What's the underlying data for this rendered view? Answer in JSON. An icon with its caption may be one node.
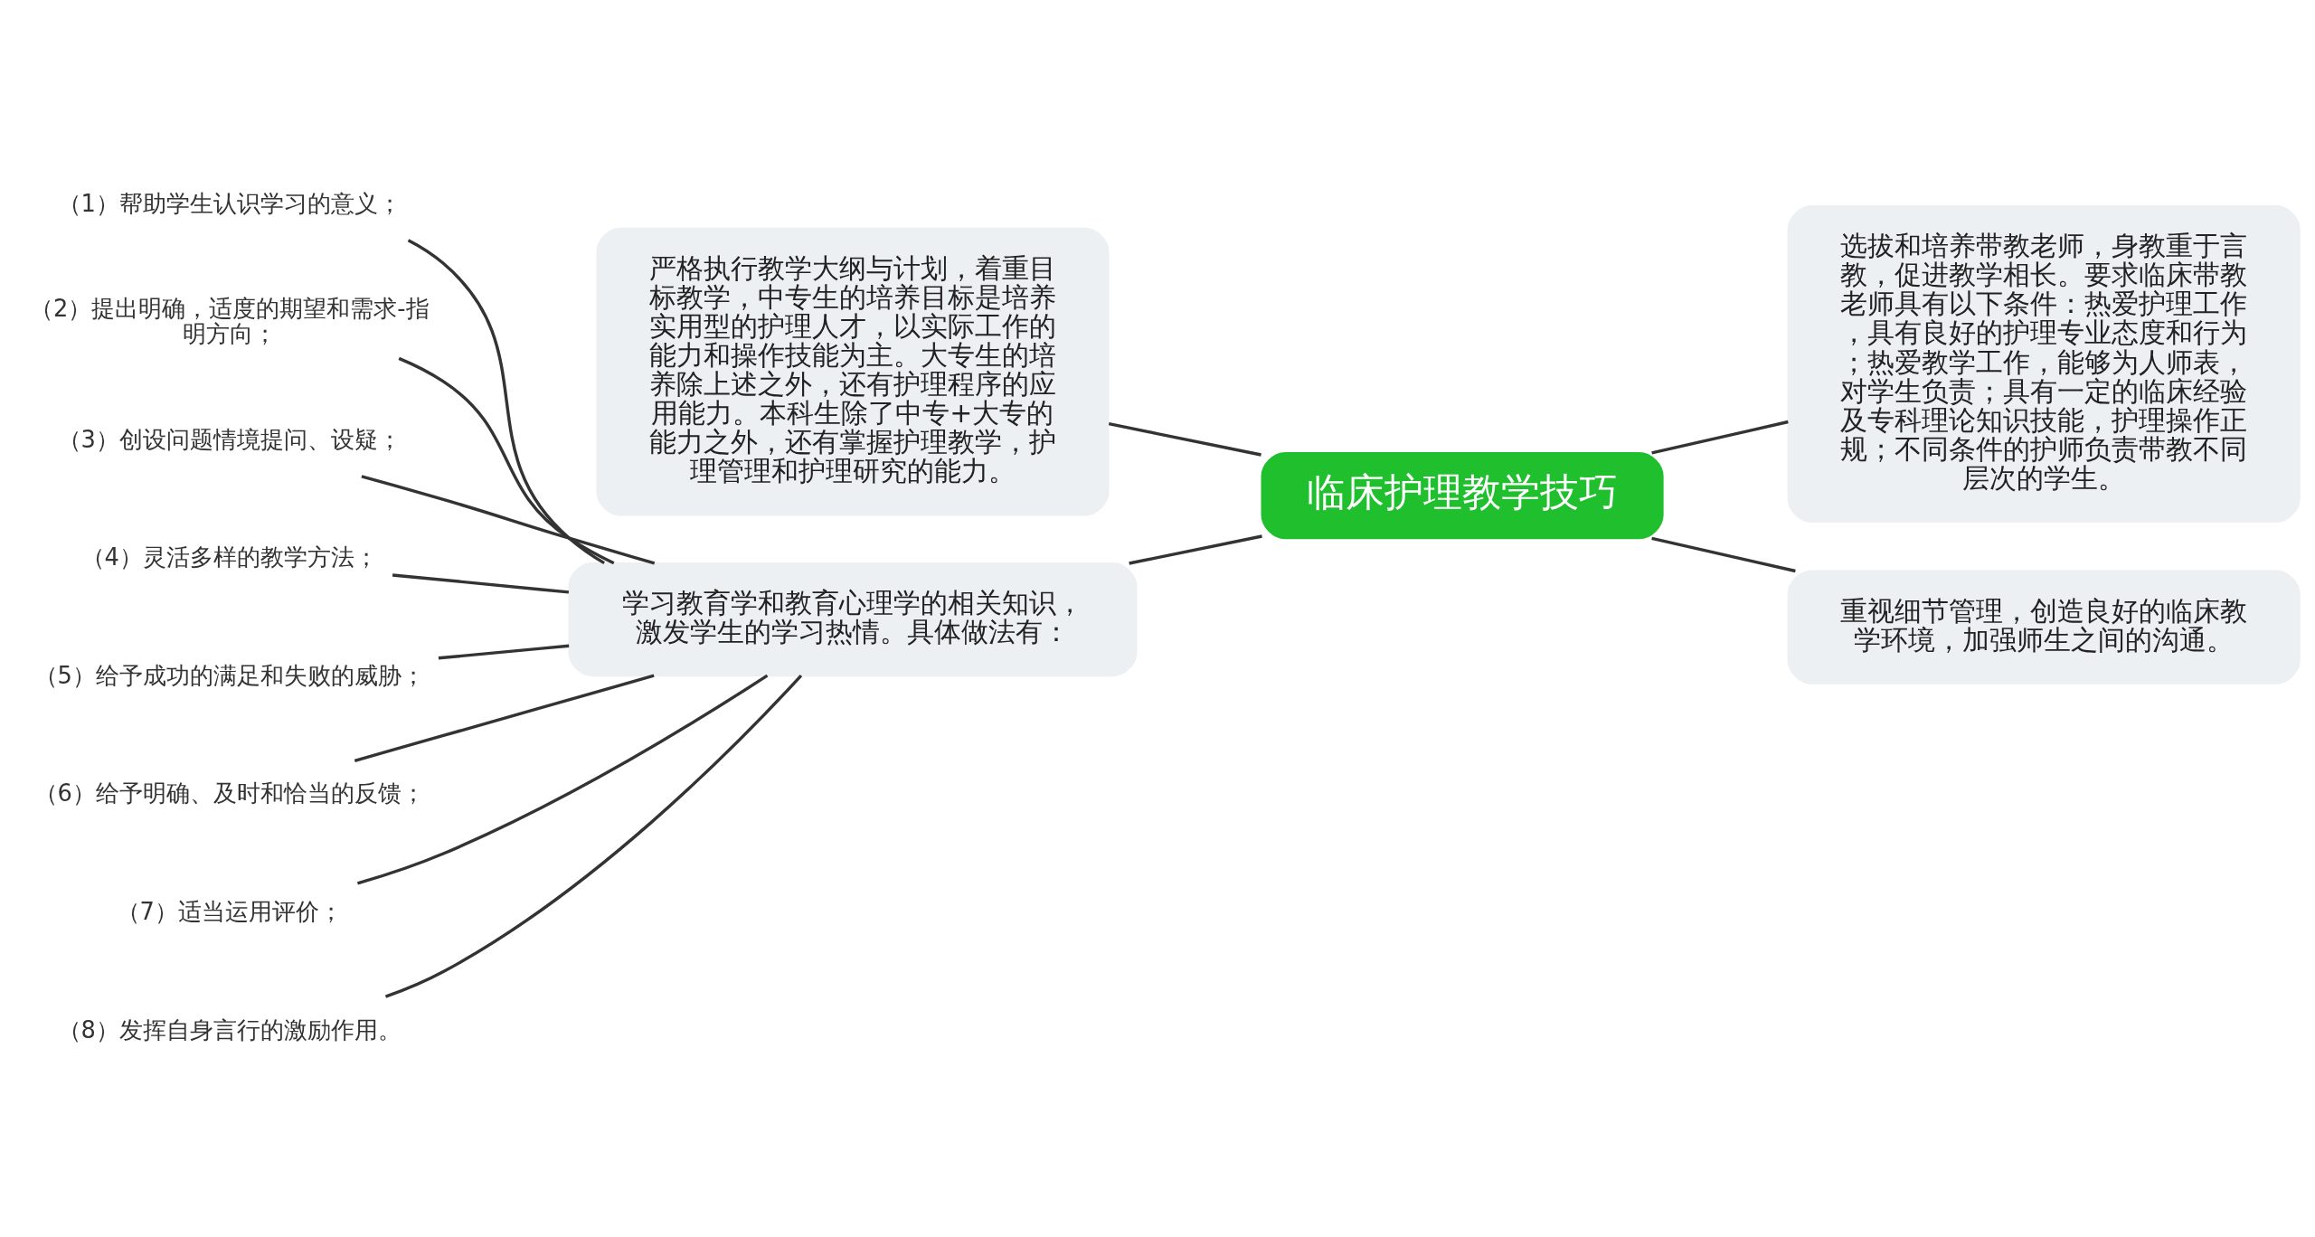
{
  "diagram": {
    "nodes": [
      {
        "text": [
          "临床护理教学技巧"
        ]
      },
      {
        "text": [
          "严格执行教学大纲与计划，着重目标教学，中专生的培养目标是培养实用型的护理人才，以实际工作的能力和操作技能为主。大专生的培养除上述之外，还有护理程序的应用能力。本科生除了中专+大专的能力之外，还有掌握护理教学，护理管理和护理研究的能力。"
        ]
      },
      {
        "text": [
          "选拔和培养带教老师，身教重于言教，促进教学相长。要求临床带教老师具有以下条件：热爱护理工作，具有良好的护理专业态度和行为；热爱教学工作，能够为人师表，对学生负责；具有一定的临床经验及专科理论知识技能，护理操作正规；不同条件的护师负责带教不同层次的学生。"
        ]
      },
      {
        "text": [
          "重视细节管理，创造良好的临床教学环境，加强师生之间的沟通。"
        ]
      },
      {
        "text": [
          "学习教育学和教育心理学的相关知识，激发学生的学习热情。具体做法有："
        ]
      },
      {
        "text": [
          "（1）帮助学生认识学习的意义；"
        ]
      },
      {
        "text": [
          "（2）提出明确，适度的期望和需求-指明方向；"
        ]
      },
      {
        "text": [
          "（3）创设问题情境提问、设疑；"
        ]
      },
      {
        "text": [
          "（4）灵活多样的教学方法；"
        ]
      },
      {
        "text": [
          "（5）给予成功的满足和失败的威胁；"
        ]
      },
      {
        "text": [
          "（6）给予明确、及时和恰当的反馈；"
        ]
      },
      {
        "text": [
          "（7）适当运用评价；"
        ]
      },
      {
        "text": [
          "（8）发挥自身言行的激励作用。"
        ]
      }
    ],
    "edges": [
      {
        "from": 0,
        "to": 1,
        "arrow": "none"
      },
      {
        "from": 0,
        "to": 2,
        "arrow": "none"
      },
      {
        "from": 0,
        "to": 3,
        "arrow": "none"
      },
      {
        "from": 0,
        "to": 4,
        "arrow": "none"
      },
      {
        "from": 4,
        "to": 5,
        "arrow": "none"
      },
      {
        "from": 4,
        "to": 6,
        "arrow": "none"
      },
      {
        "from": 4,
        "to": 7,
        "arrow": "none"
      },
      {
        "from": 4,
        "to": 8,
        "arrow": "none"
      },
      {
        "from": 4,
        "to": 9,
        "arrow": "none"
      },
      {
        "from": 4,
        "to": 10,
        "arrow": "none"
      },
      {
        "from": 4,
        "to": 11,
        "arrow": "none"
      },
      {
        "from": 4,
        "to": 12,
        "arrow": "none"
      }
    ]
  }
}
